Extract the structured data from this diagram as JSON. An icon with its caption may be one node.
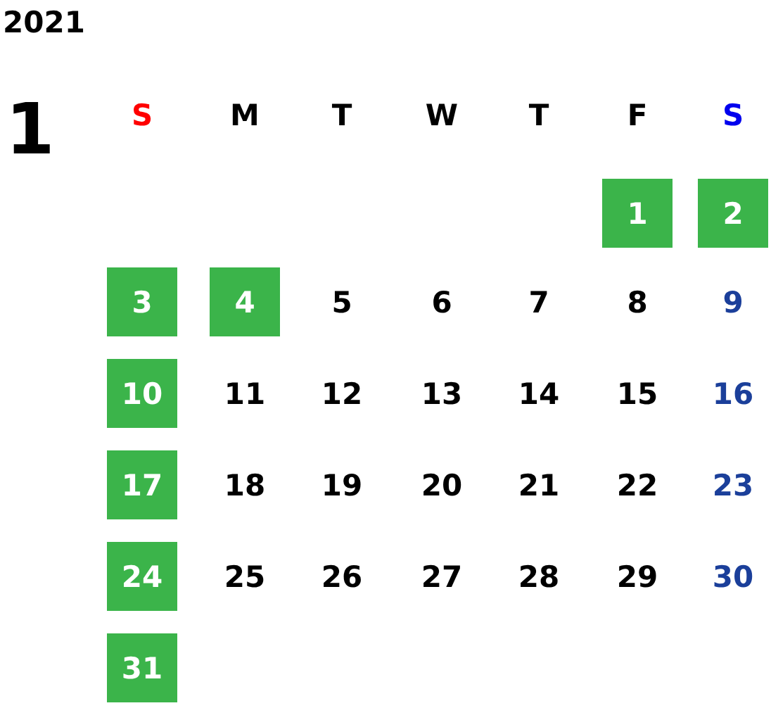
{
  "diagram": {
    "nodes": [
      {
        "text": [
          "1"
        ]
      },
      {
        "text": [
          "2"
        ]
      },
      {
        "text": [
          "3"
        ]
      },
      {
        "text": [
          "4"
        ]
      },
      {
        "text": [
          "10"
        ]
      },
      {
        "text": [
          "17"
        ]
      },
      {
        "text": [
          "24"
        ]
      },
      {
        "text": [
          "31"
        ]
      }
    ],
    "labels": [
      "2021",
      "1",
      "S",
      "M",
      "T",
      "W",
      "T",
      "F",
      "S",
      "5",
      "6",
      "7",
      "8",
      "9",
      "11",
      "12",
      "13",
      "14",
      "15",
      "16",
      "18",
      "19",
      "20",
      "21",
      "22",
      "23",
      "25",
      "26",
      "27",
      "28",
      "29",
      "30"
    ]
  }
}
